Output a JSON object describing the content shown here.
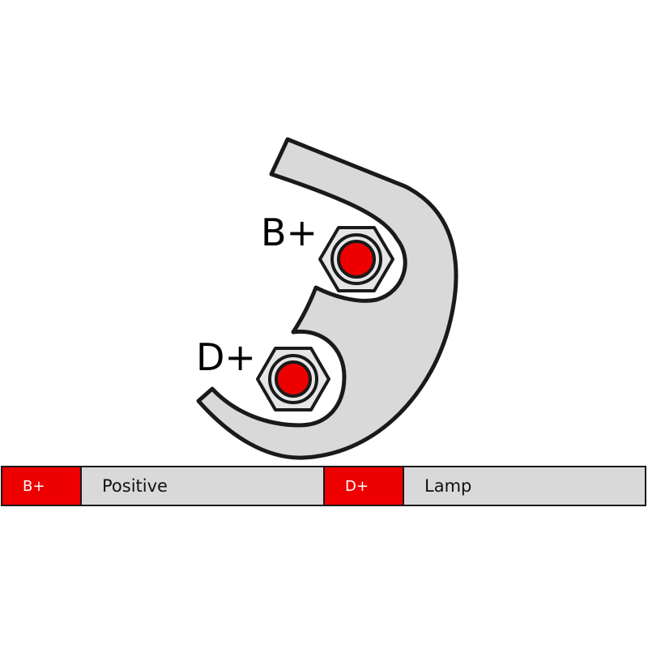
{
  "diagram": {
    "terminals": [
      {
        "label": "B+"
      },
      {
        "label": "D+"
      }
    ]
  },
  "legend": [
    {
      "code": "B+",
      "description": "Positive"
    },
    {
      "code": "D+",
      "description": "Lamp"
    }
  ],
  "colors": {
    "terminal": "#ee0000",
    "plate": "#d9d9d9",
    "outline": "#1a1a1a",
    "nut": "#e6e6e6",
    "code_bg": "#ee0000"
  },
  "icons": [
    "hex-nut-icon",
    "terminal-stud-icon"
  ]
}
